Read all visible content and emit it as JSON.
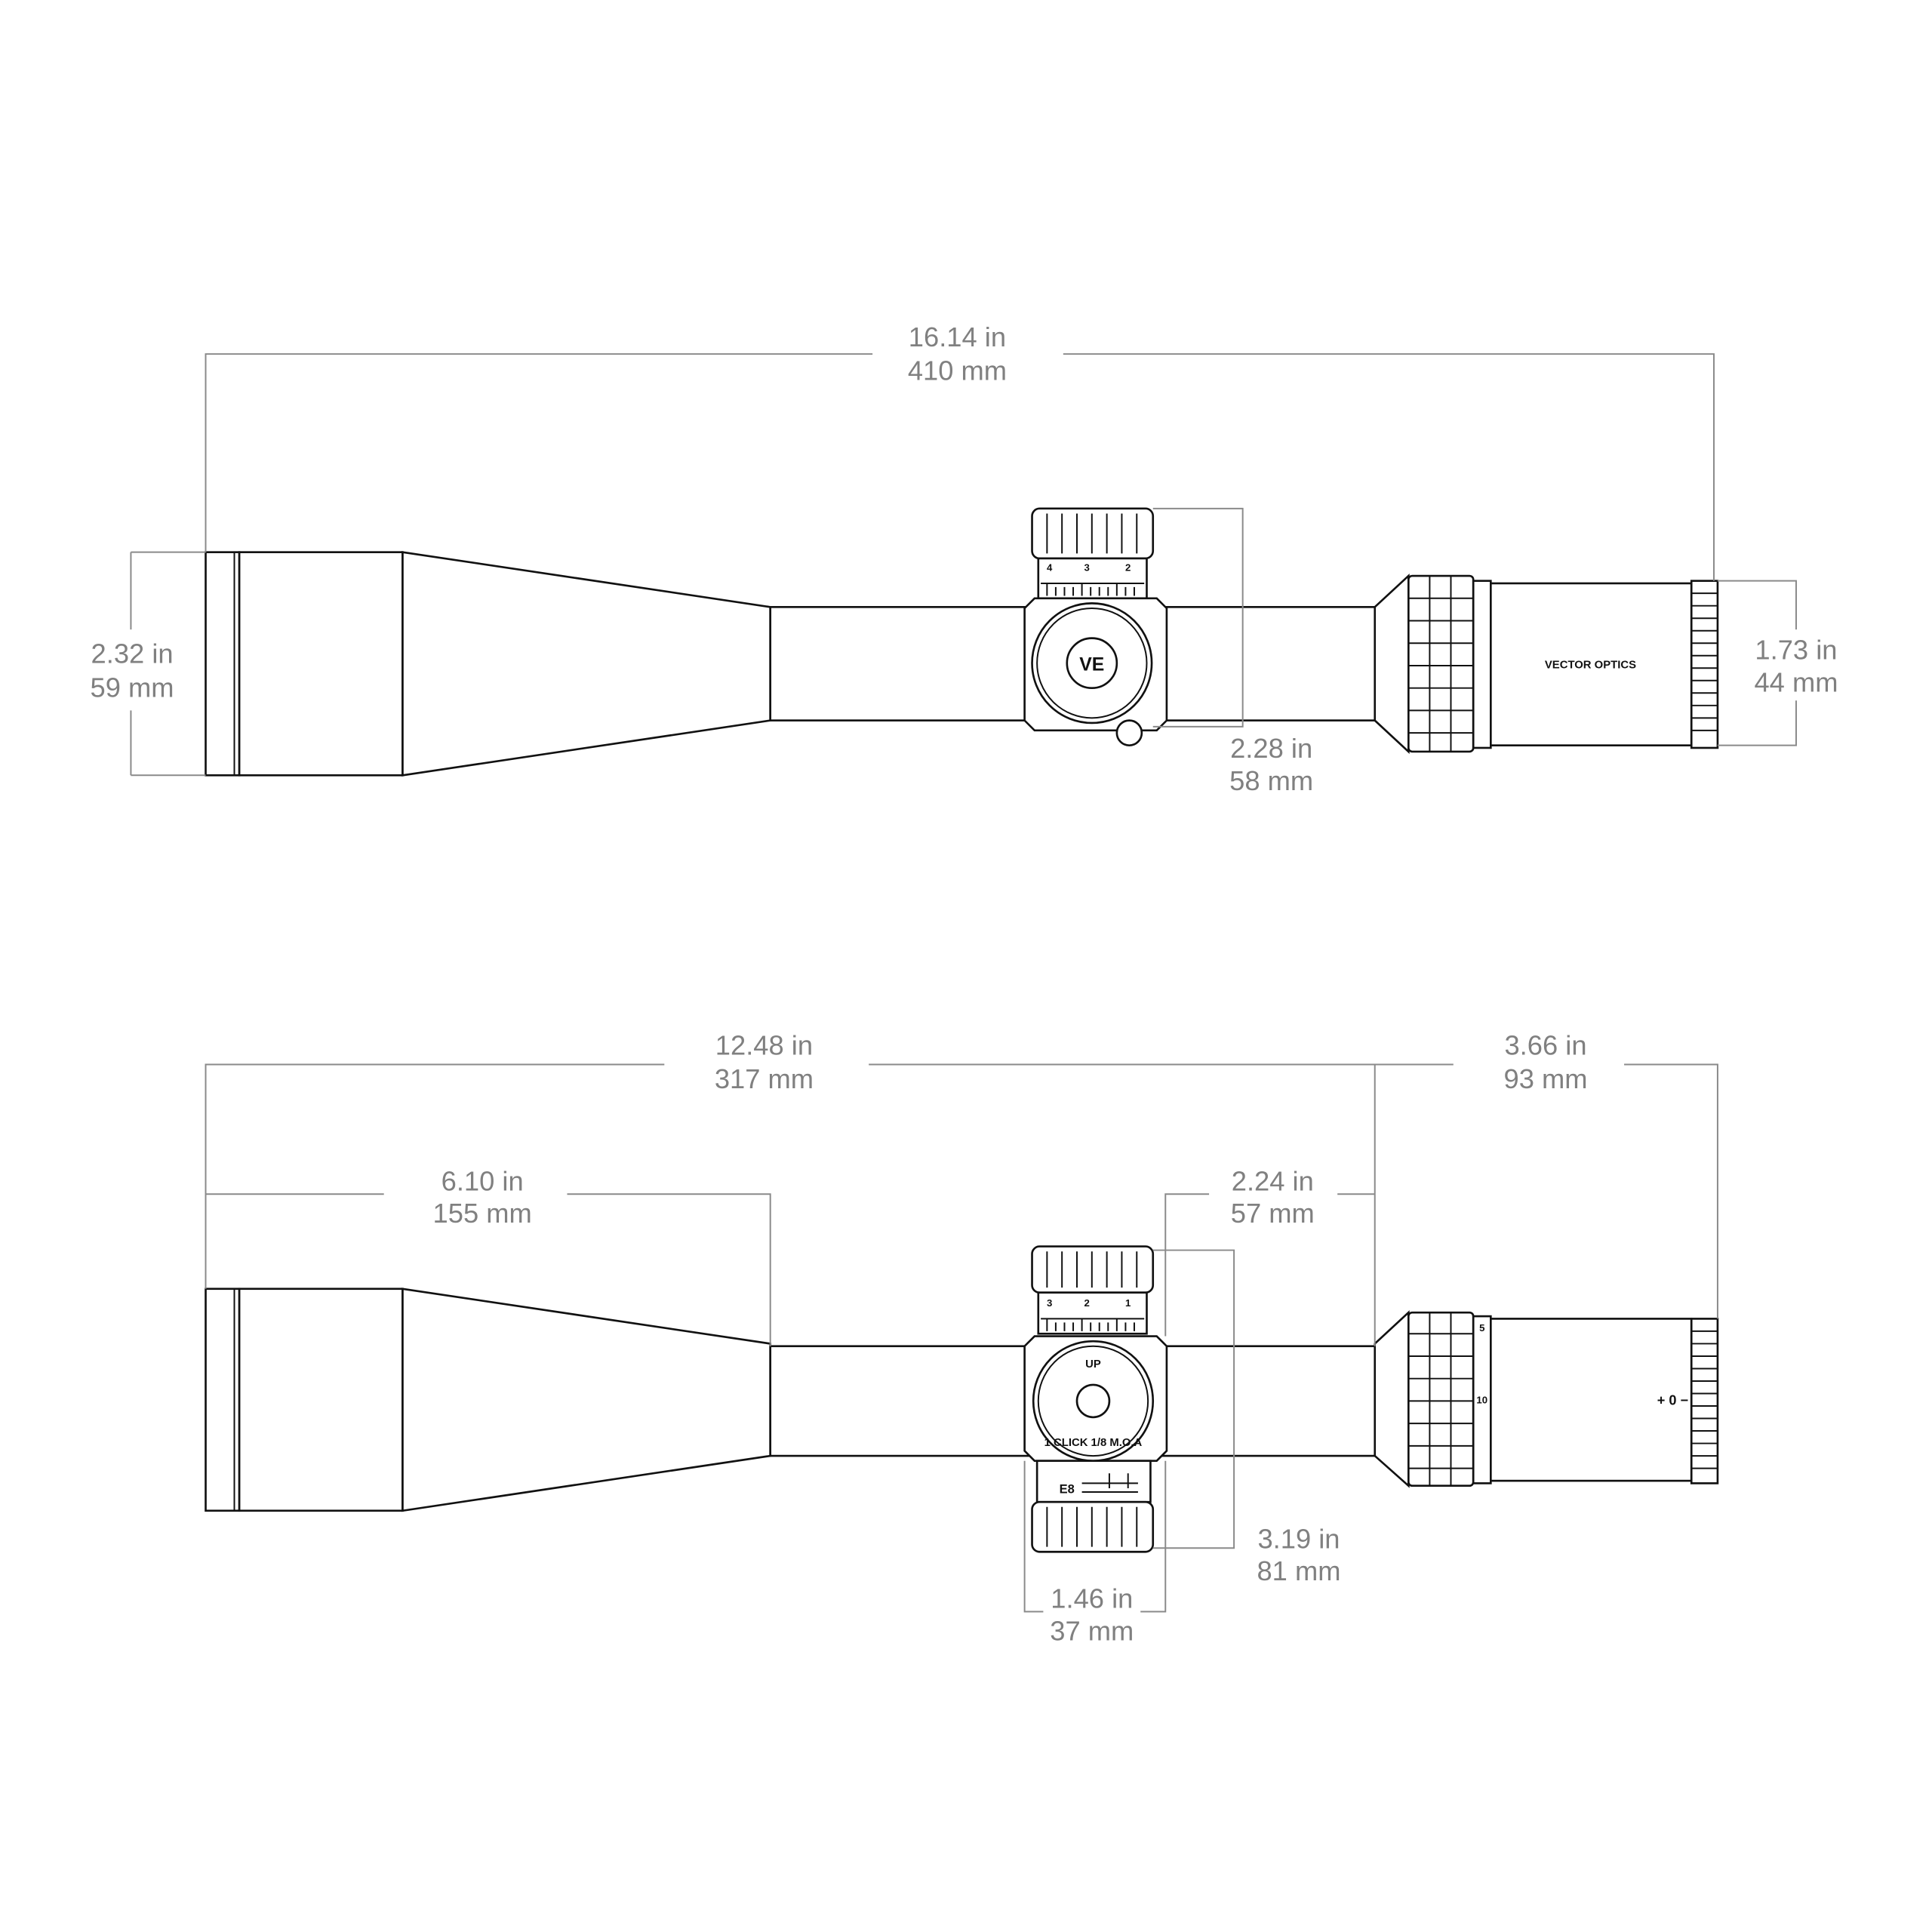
{
  "top_view": {
    "overall_length": {
      "in": "16.14 in",
      "mm": "410 mm"
    },
    "objective_diameter": {
      "in": "2.32 in",
      "mm": "59 mm"
    },
    "eyepiece_diameter": {
      "in": "1.73 in",
      "mm": "44 mm"
    },
    "turret_height": {
      "in": "2.28 in",
      "mm": "58 mm"
    },
    "brand": "VECTOR OPTICS",
    "logo": "VE",
    "turret_numbers": [
      "4",
      "3",
      "2"
    ]
  },
  "side_view": {
    "length_to_eyepiece": {
      "in": "12.48 in",
      "mm": "317 mm"
    },
    "eyepiece_length": {
      "in": "3.66 in",
      "mm": "93 mm"
    },
    "objective_length": {
      "in": "6.10 in",
      "mm": "155 mm"
    },
    "saddle_to_eyepiece": {
      "in": "2.24 in",
      "mm": "57 mm"
    },
    "turret_span": {
      "in": "3.19 in",
      "mm": "81 mm"
    },
    "saddle_width": {
      "in": "1.46 in",
      "mm": "37 mm"
    },
    "dial_up": "UP",
    "dial_click": "1 CLICK 1/8 M.O.A",
    "turret_numbers": [
      "3",
      "2",
      "1"
    ],
    "magnification_marks": [
      "5",
      "10"
    ],
    "diopter_marks": "+ 0 −",
    "lower_dial": "E8"
  }
}
